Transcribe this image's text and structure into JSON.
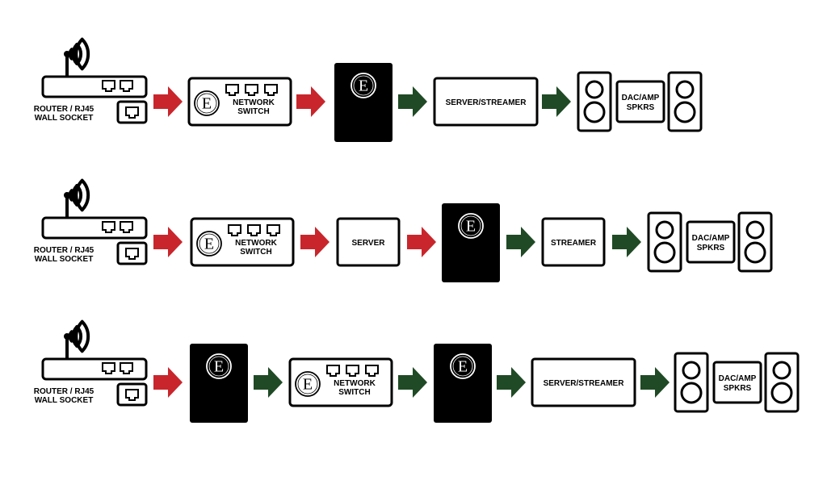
{
  "colors": {
    "red_arrow": "#c8262c",
    "green_arrow": "#1f4a25",
    "device_fill": "#000000",
    "stroke": "#000000",
    "background": "#ffffff"
  },
  "logo": {
    "letter": "E"
  },
  "labels": {
    "router_line1": "ROUTER / RJ45",
    "router_line2": "WALL SOCKET",
    "switch_line1": "NETWORK",
    "switch_line2": "SWITCH",
    "server_streamer": "SERVER/STREAMER",
    "server": "SERVER",
    "streamer": "STREAMER",
    "dac_line1": "DAC/AMP",
    "dac_line2": "SPKRS"
  },
  "rows": [
    {
      "name": "row-1",
      "chain": [
        "router",
        "red-arrow",
        "network-switch",
        "red-arrow",
        "e-device",
        "green-arrow",
        "server-streamer",
        "green-arrow",
        "dac-amp-speakers"
      ]
    },
    {
      "name": "row-2",
      "chain": [
        "router",
        "red-arrow",
        "network-switch",
        "red-arrow",
        "server",
        "red-arrow",
        "e-device",
        "green-arrow",
        "streamer",
        "green-arrow",
        "dac-amp-speakers"
      ]
    },
    {
      "name": "row-3",
      "chain": [
        "router",
        "red-arrow",
        "e-device",
        "green-arrow",
        "network-switch",
        "green-arrow",
        "e-device",
        "green-arrow",
        "server-streamer",
        "green-arrow",
        "dac-amp-speakers"
      ]
    }
  ]
}
